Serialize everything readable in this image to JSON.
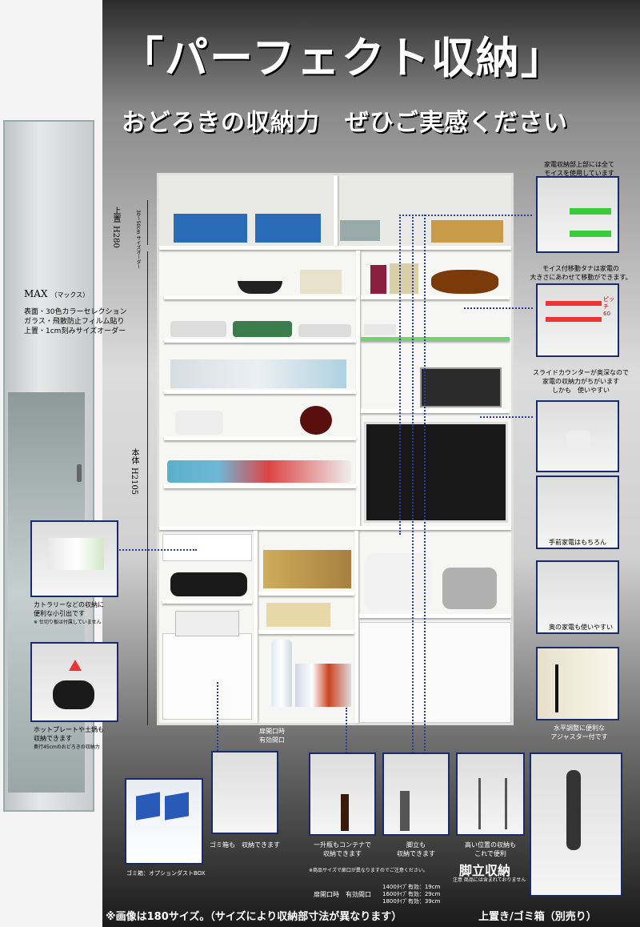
{
  "title": "「パーフェクト収納」",
  "subtitle": "おどろきの収納力　ぜひご実感ください",
  "product": {
    "name": "MAX",
    "name_kana": "（マックス）",
    "features": [
      "表面・30色カラーセレクション",
      "ガラス・飛散防止フィルム貼り",
      "上置・1cm刻みサイズオーダー"
    ]
  },
  "dimensions": {
    "top_label": "上置",
    "top_height": "H280",
    "top_range": "30～50cm",
    "top_order": "サイズオーダー",
    "body_label": "本体",
    "body_height": "H2105"
  },
  "callouts": {
    "moise_top": "家電収納部上部には全て\nモイスを使用しています",
    "moise_shelf": "モイス付移動タナは家電の\n大きさにあわせて移動ができます。",
    "pitch": "ピッチ\n60",
    "slide": "スライドカウンターが奥深なので\n家電の収納力がちがいます\nしかも　使いやすい",
    "front": "手前家電はもちろん",
    "back": "奥の家電も使いやすい",
    "adjuster": "水平調整に便利な\nアジャスター付です",
    "cutlery": "カトラリーなどの収納に\n便利な小引出です",
    "cutlery_note": "※ 仕切り板は付属していません",
    "hotplate": "ホットプレートや土鍋も\n収納できます",
    "hotplate_note": "奥行45cmのおどろきの収納力",
    "door_open": "扉開口時\n有効間口",
    "dust_box": "ゴミ箱も　収納できます",
    "dust_option": "ゴミ箱：オプションダストBOX",
    "bottle": "一升瓶もコンテナで\n収納できます",
    "stool_storage": "脚立も\n収納できます",
    "high_storage": "高い位置の収納も\nこれで便利",
    "stool_title": "脚立収納",
    "stool_note": "注意 商品には含まれておりません",
    "size_note": "※商品サイズで扉口が異なりますのでご注意ください。",
    "door_open2": "扉開口時　有効間口",
    "widths": [
      "1400ﾀｲﾌﾟ有効：19cm",
      "1600ﾀｲﾌﾟ有効：29cm",
      "1800ﾀｲﾌﾟ有効：39cm"
    ]
  },
  "footer": {
    "note": "※画像は180サイズ。（サイズにより収納部寸法が異なります）",
    "option": "上置き/ゴミ箱（別売り）"
  },
  "colors": {
    "inset_border": "#1a2a6e",
    "accent_green": "#3acb3a",
    "dotted_line": "#2a3c9c"
  }
}
